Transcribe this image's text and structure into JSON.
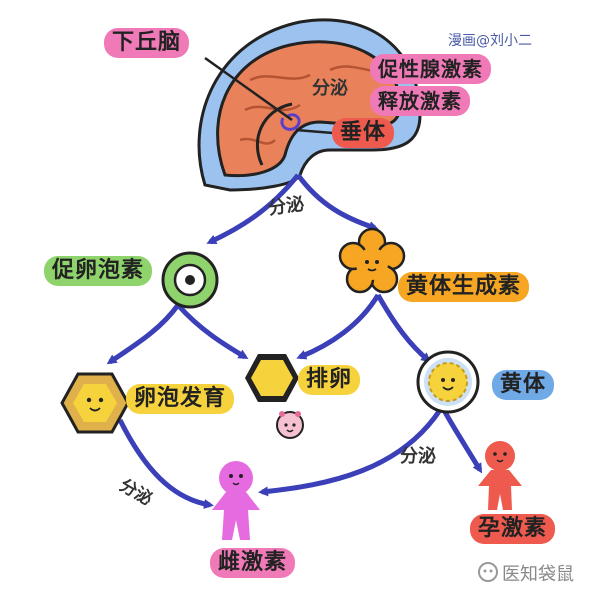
{
  "signature": "漫画@刘小二",
  "labels": {
    "hypothalamus": "下丘脑",
    "gnrh_line1": "促性腺激素",
    "gnrh_line2": "释放激素",
    "pituitary": "垂体",
    "fsh": "促卵泡素",
    "lh": "黄体生成素",
    "follicle_dev": "卵泡发育",
    "ovulation": "排卵",
    "corpus_luteum": "黄体",
    "estrogen": "雌激素",
    "progesterone": "孕激素"
  },
  "secrete": {
    "near_brain": "分泌",
    "center": "分泌",
    "left": "分泌",
    "right": "分泌"
  },
  "watermark": "医知袋鼠",
  "colors": {
    "arrow": "#3b3fb8",
    "pink_label": "#f07ab8",
    "red_label": "#ef5a4e",
    "green_label": "#8fd36c",
    "orange_label": "#f6a623",
    "yellow_label": "#f6d23c",
    "blue_label": "#6fa9e6",
    "brain": "#e9825b",
    "skull": "#9cc3f0"
  }
}
